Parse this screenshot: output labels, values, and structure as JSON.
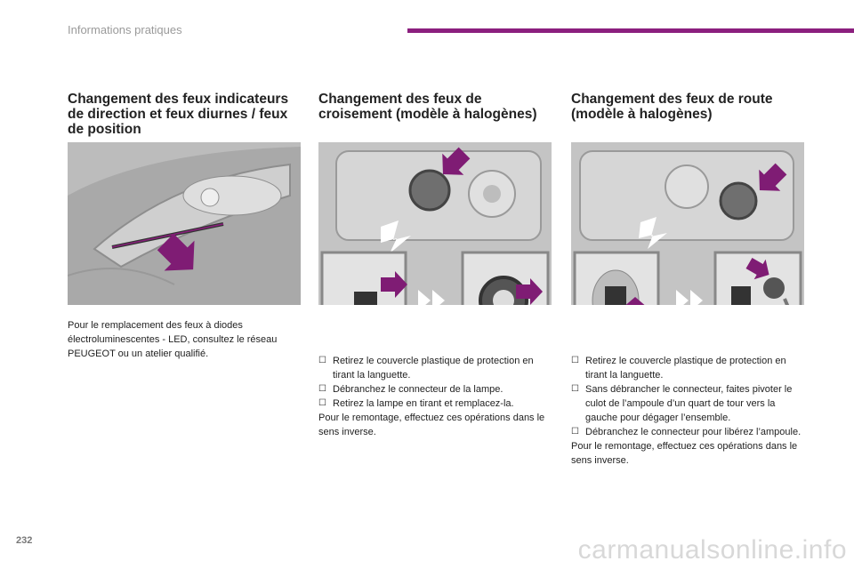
{
  "header": {
    "title": "Informations pratiques",
    "accent_color": "#8b1f7e"
  },
  "sections": [
    {
      "title": "Changement des feux indicateurs de direction et feux diurnes / feux de position",
      "image_icon": "headlamp-front-icon",
      "paragraph": "Pour le remplacement des feux à diodes électroluminescentes - LED, consultez le réseau PEUGEOT ou un atelier qualifié."
    },
    {
      "title": "Changement des feux de croisement (modèle à halogènes)",
      "image_icon": "lowbeam-bulb-diagram-icon",
      "bullets": [
        "Retirez le couvercle plastique de protection en tirant la languette.",
        "Débranchez le connecteur de la lampe.",
        "Retirez la lampe en tirant et remplacez-la."
      ],
      "closing": "Pour le remontage, effectuez ces opérations dans le sens inverse."
    },
    {
      "title": "Changement des feux de route (modèle à halogènes)",
      "image_icon": "highbeam-bulb-diagram-icon",
      "bullets": [
        "Retirez le couvercle plastique de protection en tirant la languette.",
        "Sans débrancher le connecteur, faites pivoter le culot de l’ampoule d’un quart de tour vers la gauche pour dégager l’ensemble.",
        "Débranchez le connecteur pour libérez l’ampoule."
      ],
      "closing": "Pour le remontage, effectuez ces opérations dans le sens inverse."
    }
  ],
  "footer": {
    "page_number": "232",
    "watermark": "carmanualsonline.info"
  }
}
